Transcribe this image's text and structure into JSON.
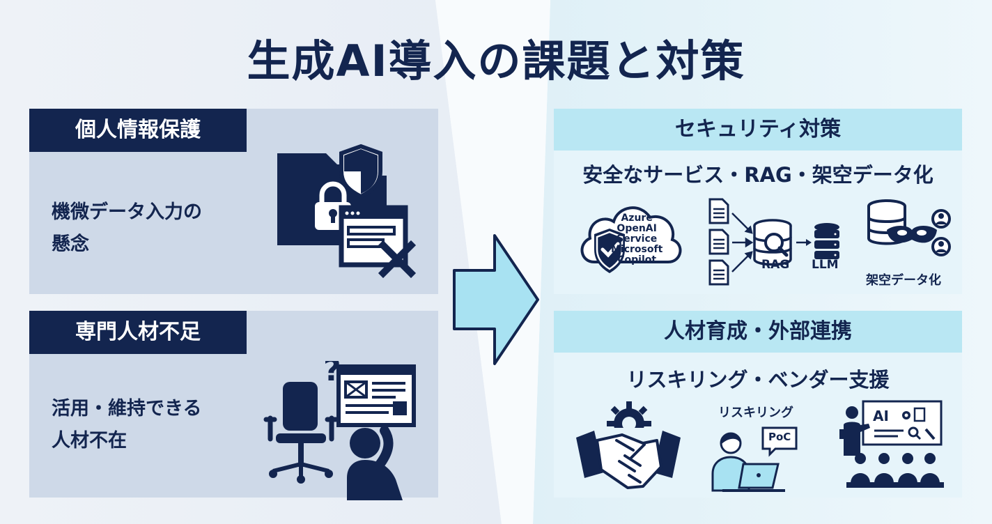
{
  "title": "生成AI導入の課題と対策",
  "challenges": [
    {
      "heading": "個人情報保護",
      "lines": [
        "機微データ入力の",
        "懸念"
      ]
    },
    {
      "heading": "専門人材不足",
      "lines": [
        "活用・維持できる",
        "人材不在"
      ]
    }
  ],
  "solutions": [
    {
      "heading": "セキュリティ対策",
      "subtitle": "安全なサービス・RAG・架空データ化",
      "cloud_lines": [
        "Azure",
        "OpenAI",
        "Service",
        "Microsoft",
        "Copilot"
      ],
      "rag_label": "RAG",
      "llm_label": "LLM",
      "fake_data_label": "架空データ化"
    },
    {
      "heading": "人材育成・外部連携",
      "subtitle": "リスキリング・ベンダー支援",
      "reskilling_label": "リスキリング",
      "poc_label": "PoC",
      "board_label": "AI"
    }
  ],
  "colors": {
    "navy": "#13254f",
    "light_cyan": "#b9e7f3",
    "left_panel": "#ced9e8",
    "right_panel": "#e6f4fa",
    "arrow": "#a8e2f2"
  }
}
